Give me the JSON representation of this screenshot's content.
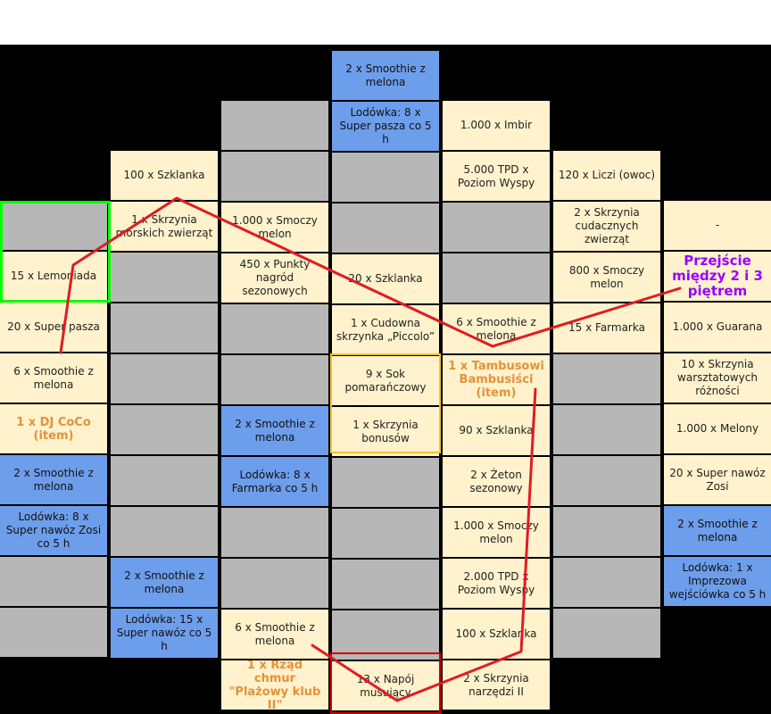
{
  "colors": {
    "board_background": "#000000",
    "tile_reward": "#fff2cc",
    "tile_fridge": "#6d9eeb",
    "tile_empty": "#b7b7b7",
    "item_text": "#e69138",
    "transition_text": "#9900ff",
    "route_line": "#e01b24",
    "start_frame": "#00ff00",
    "middle_frame": "#f1c232",
    "end_frame": "#cc0000"
  },
  "board": {
    "columns": [
      {
        "cells": [
          {
            "type": "empty",
            "text": ""
          },
          {
            "type": "reward",
            "text": "15 x Lemoniada"
          },
          {
            "type": "reward",
            "text": "20 x Super pasza"
          },
          {
            "type": "reward",
            "text": "6 x Smoothie z melona"
          },
          {
            "type": "item",
            "text": "1 x DJ CoCo (item)"
          },
          {
            "type": "fridge",
            "text": "2 x Smoothie z melona"
          },
          {
            "type": "fridge",
            "text": "Lodówka: 8 x Super nawóz Zosi co 5 h"
          },
          {
            "type": "empty",
            "text": ""
          },
          {
            "type": "empty",
            "text": ""
          }
        ]
      },
      {
        "cells": [
          {
            "type": "reward",
            "text": "100 x Szklanka"
          },
          {
            "type": "reward",
            "text": "1 x Skrzynia morskich zwierząt"
          },
          {
            "type": "empty",
            "text": ""
          },
          {
            "type": "empty",
            "text": ""
          },
          {
            "type": "empty",
            "text": ""
          },
          {
            "type": "empty",
            "text": ""
          },
          {
            "type": "empty",
            "text": ""
          },
          {
            "type": "empty",
            "text": ""
          },
          {
            "type": "fridge",
            "text": "2 x Smoothie z melona"
          },
          {
            "type": "fridge",
            "text": "Lodówka: 15 x Super nawóz co 5 h"
          }
        ]
      },
      {
        "cells": [
          {
            "type": "empty",
            "text": ""
          },
          {
            "type": "empty",
            "text": ""
          },
          {
            "type": "reward",
            "text": "1.000 x Smoczy melon"
          },
          {
            "type": "reward",
            "text": "450 x Punkty nagród sezonowych"
          },
          {
            "type": "empty",
            "text": ""
          },
          {
            "type": "empty",
            "text": ""
          },
          {
            "type": "fridge",
            "text": "2 x Smoothie z melona"
          },
          {
            "type": "fridge",
            "text": "Lodówka: 8 x Farmarka co 5 h"
          },
          {
            "type": "empty",
            "text": ""
          },
          {
            "type": "empty",
            "text": ""
          },
          {
            "type": "reward",
            "text": "6 x Smoothie z melona"
          },
          {
            "type": "item",
            "text": "1 x Rząd chmur \"Plażowy klub II\""
          }
        ]
      },
      {
        "cells": [
          {
            "type": "fridge",
            "text": "2 x Smoothie z melona"
          },
          {
            "type": "fridge",
            "text": "Lodówka: 8 x Super pasza co 5 h"
          },
          {
            "type": "empty",
            "text": ""
          },
          {
            "type": "empty",
            "text": ""
          },
          {
            "type": "reward",
            "text": "20 x Szklanka"
          },
          {
            "type": "reward",
            "text": "1 x Cudowna skrzynka „Piccolo”"
          },
          {
            "type": "reward",
            "text": "9 x Sok pomarańczowy"
          },
          {
            "type": "reward",
            "text": "1 x Skrzynia bonusów"
          },
          {
            "type": "empty",
            "text": ""
          },
          {
            "type": "empty",
            "text": ""
          },
          {
            "type": "empty",
            "text": ""
          },
          {
            "type": "empty",
            "text": ""
          },
          {
            "type": "reward",
            "text": "13 x Napój musujący"
          }
        ]
      },
      {
        "cells": [
          {
            "type": "reward",
            "text": "1.000 x Imbir"
          },
          {
            "type": "reward",
            "text": "5.000 TPD x Poziom Wyspy"
          },
          {
            "type": "empty",
            "text": ""
          },
          {
            "type": "empty",
            "text": ""
          },
          {
            "type": "reward",
            "text": "6 x Smoothie z melona"
          },
          {
            "type": "item",
            "text": "1 x Tambusowi Bambusiści (item)"
          },
          {
            "type": "reward",
            "text": "90 x Szklanka"
          },
          {
            "type": "reward",
            "text": "2 x Żeton sezonowy"
          },
          {
            "type": "reward",
            "text": "1.000 x Smoczy melon"
          },
          {
            "type": "reward",
            "text": "2.000 TPD x Poziom Wyspy"
          },
          {
            "type": "reward",
            "text": "100 x Szklanka"
          },
          {
            "type": "reward",
            "text": "2 x Skrzynia narzędzi II"
          }
        ]
      },
      {
        "cells": [
          {
            "type": "reward",
            "text": "120 x Liczi (owoc)"
          },
          {
            "type": "reward",
            "text": "2 x Skrzynia cudacznych zwierząt"
          },
          {
            "type": "reward",
            "text": "800 x Smoczy melon"
          },
          {
            "type": "reward",
            "text": "15 x Farmarka"
          },
          {
            "type": "empty",
            "text": ""
          },
          {
            "type": "empty",
            "text": ""
          },
          {
            "type": "empty",
            "text": ""
          },
          {
            "type": "empty",
            "text": ""
          },
          {
            "type": "empty",
            "text": ""
          },
          {
            "type": "empty",
            "text": ""
          }
        ]
      },
      {
        "cells": [
          {
            "type": "reward",
            "text": "-"
          },
          {
            "type": "transition",
            "text": "Przejście między 2 i 3 piętrem"
          },
          {
            "type": "reward",
            "text": "1.000 x Guarana"
          },
          {
            "type": "reward",
            "text": "10 x Skrzynia warsztatowych różności"
          },
          {
            "type": "reward",
            "text": "1.000 x Melony"
          },
          {
            "type": "reward",
            "text": "20 x Super nawóz Zosi"
          },
          {
            "type": "fridge",
            "text": "2 x Smoothie z melona"
          },
          {
            "type": "fridge",
            "text": "Lodówka: 1 x Imprezowa wejściówka co 5 h"
          }
        ]
      }
    ]
  }
}
